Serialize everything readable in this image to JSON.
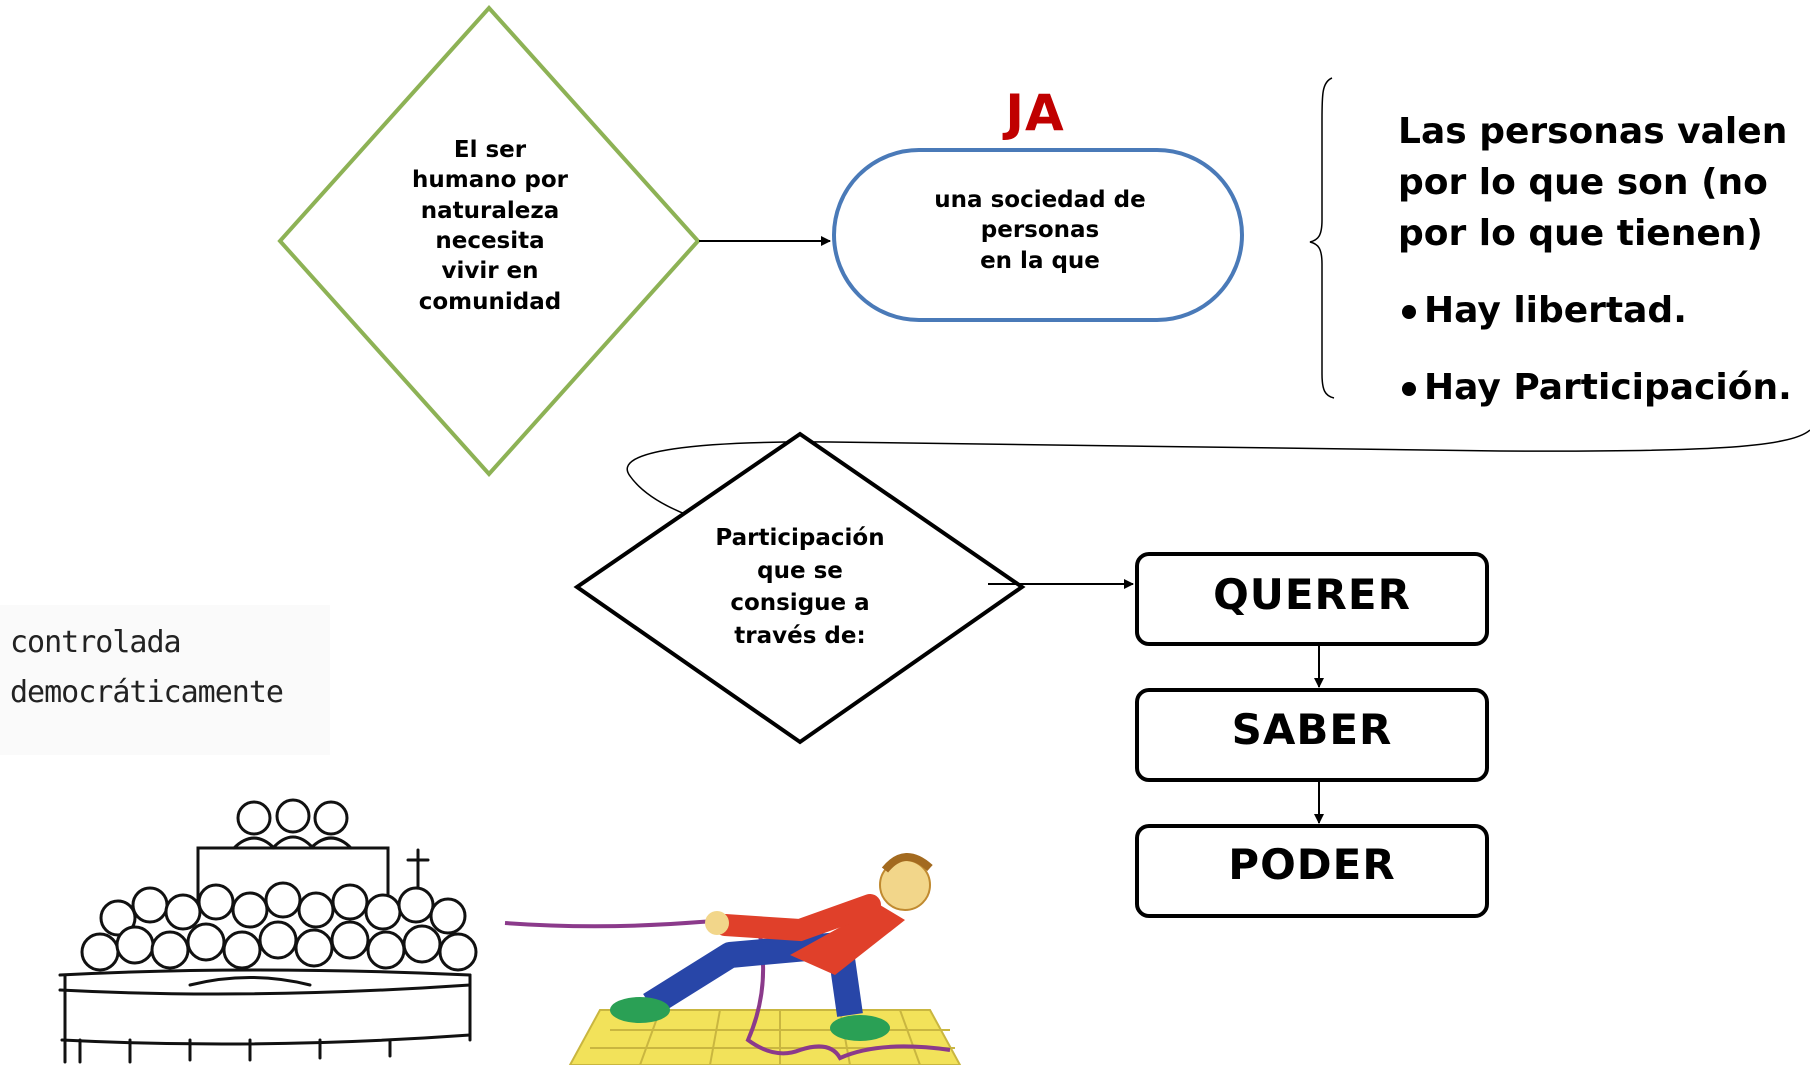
{
  "diagram": {
    "diamond_top": {
      "lines": [
        "El ser",
        "humano por",
        "naturaleza",
        "necesita",
        "vivir en",
        "comunidad"
      ]
    },
    "ja_label": "JA",
    "pill": {
      "lines": [
        "una sociedad de",
        "personas",
        "en la que"
      ]
    },
    "right_panel": {
      "statement_lines": [
        "Las personas valen",
        "por lo que son (no",
        "por lo que tienen)"
      ],
      "bullets": [
        "Hay libertad.",
        "Hay Participación."
      ]
    },
    "diamond_bottom": {
      "lines": [
        "Participación",
        "que se",
        "consigue a",
        "través de:"
      ]
    },
    "boxes": [
      "QUERER",
      "SABER",
      "PODER"
    ],
    "caption_lines": [
      "controlada",
      "democráticamente"
    ]
  },
  "colors": {
    "diamond_top_stroke": "#8db255",
    "pill_stroke": "#4a7ab8",
    "ja_text": "#c00000"
  },
  "illustrations": [
    "assembly-sketch",
    "person-pulling-rope-cartoon"
  ]
}
